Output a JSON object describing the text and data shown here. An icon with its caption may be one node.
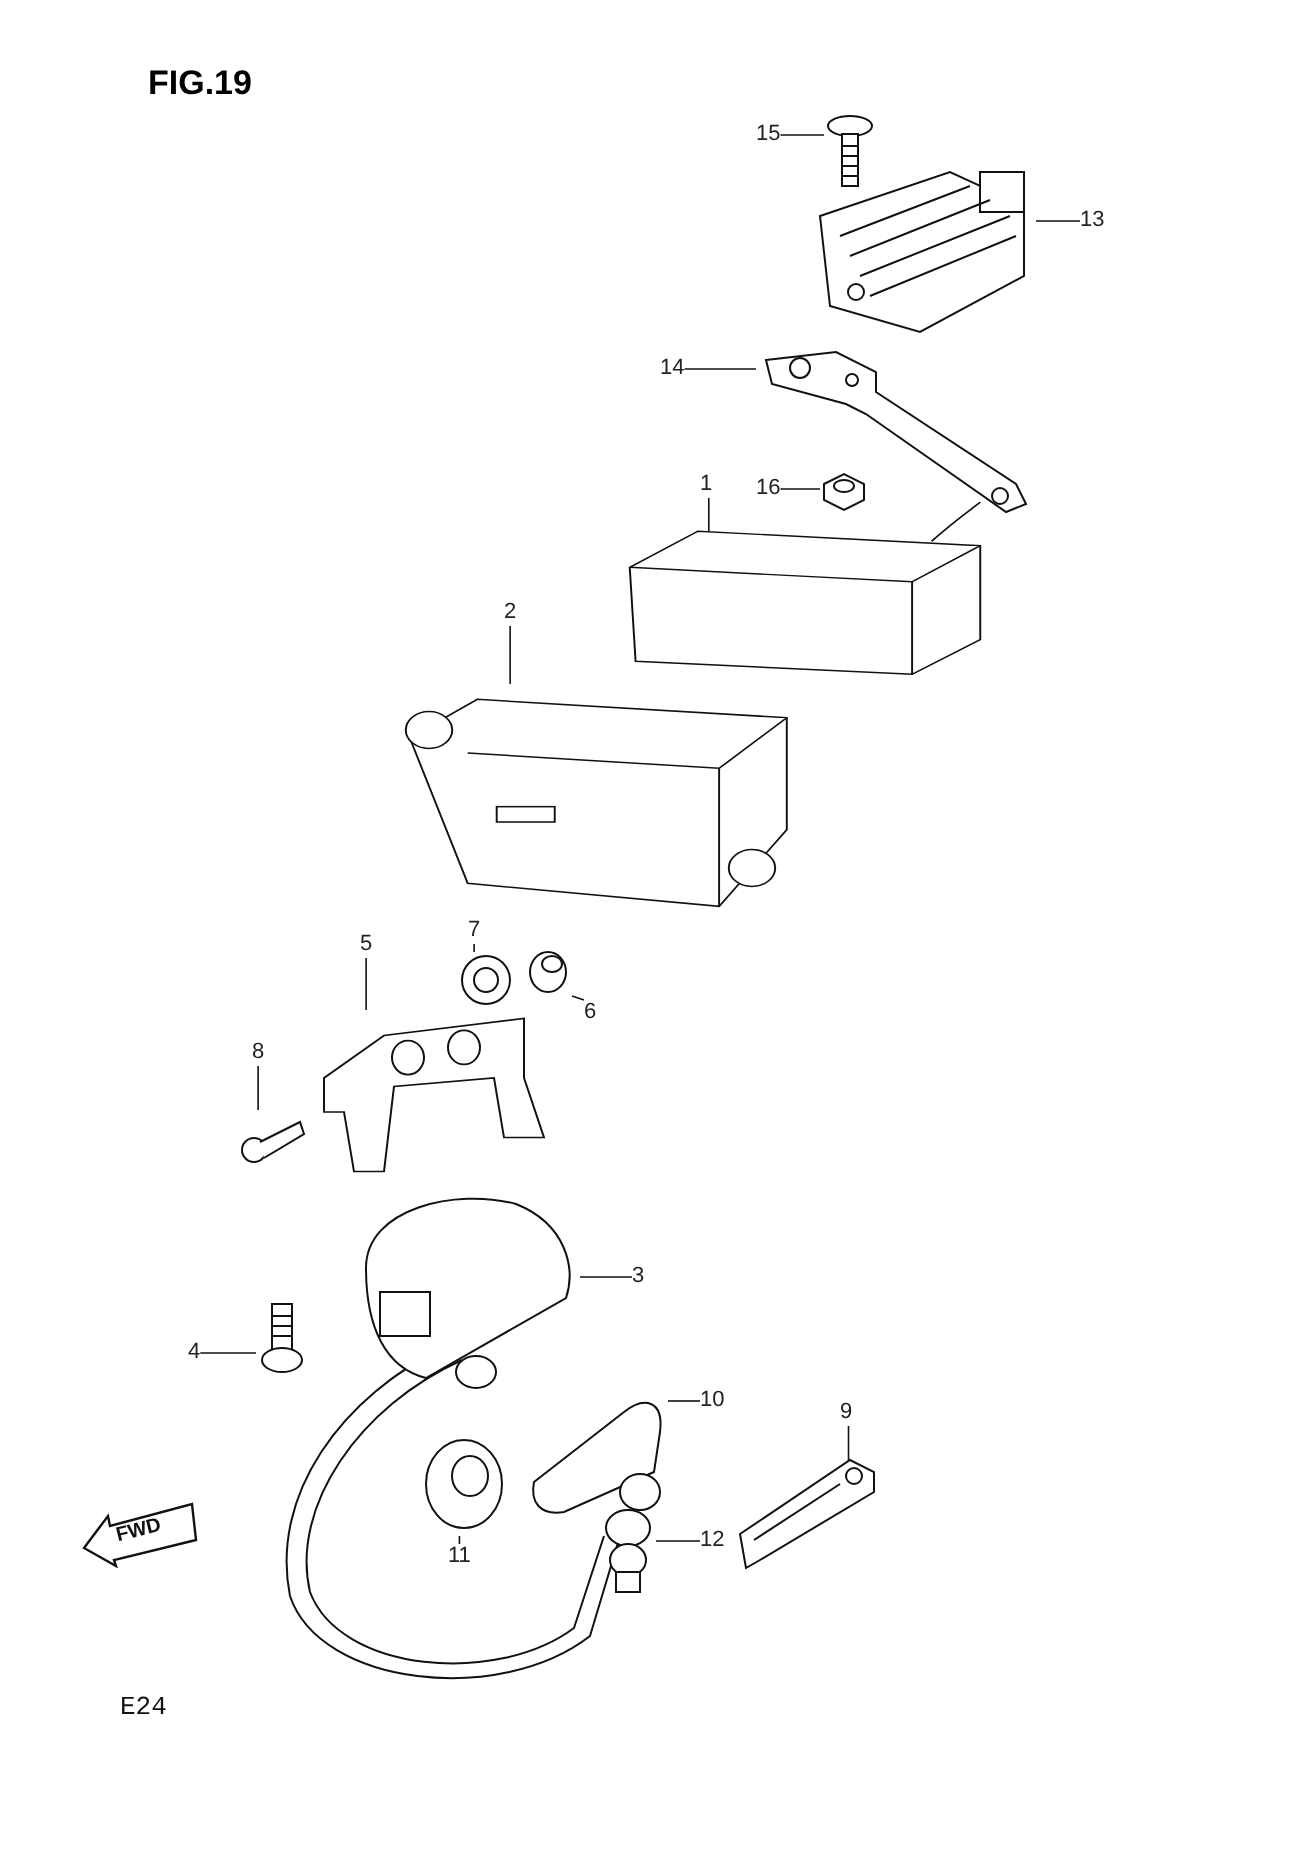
{
  "diagram": {
    "title": "FIG.19",
    "nodes": [
      {
        "text": [
          "15"
        ]
      },
      {
        "text": [],
        "shape": "picture"
      },
      {
        "text": [
          "13"
        ]
      },
      {
        "text": [],
        "shape": "picture"
      },
      {
        "text": [
          "14"
        ]
      },
      {
        "text": [],
        "shape": "picture"
      },
      {
        "text": [
          "16"
        ]
      },
      {
        "text": [],
        "shape": "picture"
      },
      {
        "text": [
          "1"
        ]
      },
      {
        "text": [],
        "shape": "picture"
      },
      {
        "text": [
          "2"
        ]
      },
      {
        "text": [],
        "shape": "picture"
      },
      {
        "text": [
          "7"
        ]
      },
      {
        "text": [],
        "shape": "picture"
      },
      {
        "text": [
          "6"
        ]
      },
      {
        "text": [],
        "shape": "picture"
      },
      {
        "text": [
          "5"
        ]
      },
      {
        "text": [],
        "shape": "picture"
      },
      {
        "text": [
          "8"
        ]
      },
      {
        "text": [],
        "shape": "picture"
      },
      {
        "text": [
          "3"
        ]
      },
      {
        "text": [],
        "shape": "picture"
      },
      {
        "text": [
          "4"
        ]
      },
      {
        "text": [],
        "shape": "picture"
      },
      {
        "text": [
          "10"
        ]
      },
      {
        "text": [],
        "shape": "picture"
      },
      {
        "text": [
          "9"
        ]
      },
      {
        "text": [],
        "shape": "picture"
      },
      {
        "text": [
          "12"
        ]
      },
      {
        "text": [],
        "shape": "picture"
      },
      {
        "text": [
          "11"
        ]
      },
      {
        "text": [],
        "shape": "picture"
      }
    ],
    "edges": [
      {
        "from": 0,
        "to": 1,
        "arrow": "none"
      },
      {
        "from": 2,
        "to": 3,
        "arrow": "none"
      },
      {
        "from": 4,
        "to": 5,
        "arrow": "none"
      },
      {
        "from": 6,
        "to": 7,
        "arrow": "none"
      },
      {
        "from": 8,
        "to": 9,
        "arrow": "none"
      },
      {
        "from": 10,
        "to": 11,
        "arrow": "none"
      },
      {
        "from": 12,
        "to": 13,
        "arrow": "none"
      },
      {
        "from": 14,
        "to": 15,
        "arrow": "none"
      },
      {
        "from": 16,
        "to": 17,
        "arrow": "none"
      },
      {
        "from": 18,
        "to": 19,
        "arrow": "none"
      },
      {
        "from": 20,
        "to": 21,
        "arrow": "none"
      },
      {
        "from": 22,
        "to": 23,
        "arrow": "none"
      },
      {
        "from": 24,
        "to": 25,
        "arrow": "none"
      },
      {
        "from": 26,
        "to": 27,
        "arrow": "none"
      },
      {
        "from": 28,
        "to": 29,
        "arrow": "none"
      },
      {
        "from": 30,
        "to": 31,
        "arrow": "none"
      }
    ],
    "labels": [
      "FWD",
      "E24"
    ]
  }
}
